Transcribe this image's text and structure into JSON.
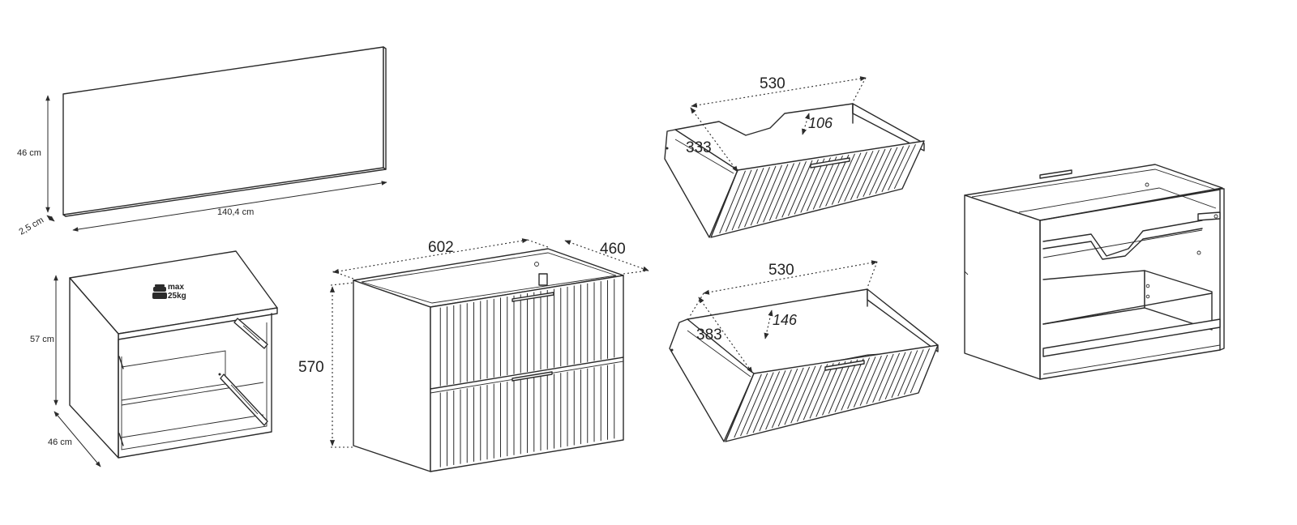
{
  "mirror": {
    "height_label": "46 cm",
    "depth_label": "2,5 cm",
    "width_label": "140,4 cm"
  },
  "side_cabinet": {
    "height_label": "57 cm",
    "depth_label": "46 cm",
    "load_badge": {
      "line1": "max",
      "line2": "25kg",
      "icon": "weight-icon"
    }
  },
  "vanity": {
    "width_label": "602",
    "depth_label": "460",
    "height_label": "570"
  },
  "top_drawer": {
    "width_label": "530",
    "depth_label": "333",
    "cutout_label": "106"
  },
  "bottom_drawer": {
    "width_label": "530",
    "depth_label": "383",
    "height_label": "146"
  }
}
